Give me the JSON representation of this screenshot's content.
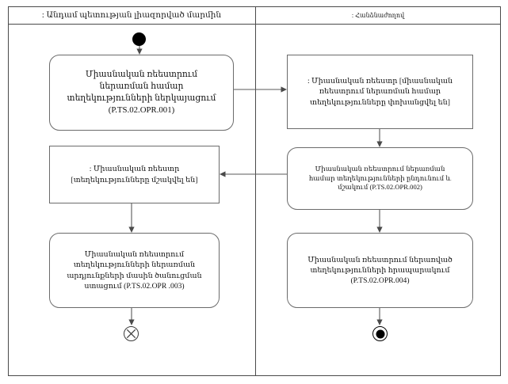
{
  "diagram": {
    "type": "uml-activity-diagram",
    "lanes": [
      {
        "id": "lane-authority",
        "label": ": Անդամ պետության լիազորված մարմին"
      },
      {
        "id": "lane-commission",
        "label": ": Հանձնաժողով"
      }
    ],
    "nodes": [
      {
        "id": "initial",
        "kind": "initial-node",
        "lane": "lane-authority"
      },
      {
        "id": "action-opr-001",
        "kind": "action",
        "lane": "lane-authority",
        "text": "Միասնական ռեեստրում\nներառման համար\nտեղեկությունների ներկայացում\n(P.TS.02.OPR.001)"
      },
      {
        "id": "object-register-transferred",
        "kind": "object",
        "lane": "lane-commission",
        "text": ": Միասնական ռեեստր [միասնական\nռեեստրում ներառման համար\nտեղեկությունները փոխանցվել են]"
      },
      {
        "id": "action-opr-002",
        "kind": "action",
        "lane": "lane-commission",
        "text": "Միասնական ռեեստրում ներառման\nհամար տեղեկությունների ընդունում և\nմշակում (P.TS.02.OPR.002)"
      },
      {
        "id": "object-register-processed",
        "kind": "object",
        "lane": "lane-authority",
        "text": ": Միասնական ռեեստր\n[տեղեկությունները մշակվել են]"
      },
      {
        "id": "action-opr-003",
        "kind": "action",
        "lane": "lane-authority",
        "text": "Միասնական ռեեստրում\nտեղեկությունների ներառման\nարդյունքների մասին ծանուցման\nստացում (P.TS.02.OPR .003)"
      },
      {
        "id": "action-opr-004",
        "kind": "action",
        "lane": "lane-commission",
        "text": "Միասնական ռեեստրում ներառված\nտեղեկությունների հրապարակում\n(P.TS.02.OPR.004)"
      },
      {
        "id": "flow-final",
        "kind": "flow-final-node",
        "lane": "lane-authority"
      },
      {
        "id": "activity-final",
        "kind": "activity-final-node",
        "lane": "lane-commission"
      }
    ],
    "edges": [
      {
        "from": "initial",
        "to": "action-opr-001"
      },
      {
        "from": "action-opr-001",
        "to": "object-register-transferred"
      },
      {
        "from": "object-register-transferred",
        "to": "action-opr-002"
      },
      {
        "from": "action-opr-002",
        "to": "object-register-processed"
      },
      {
        "from": "action-opr-002",
        "to": "action-opr-004"
      },
      {
        "from": "object-register-processed",
        "to": "action-opr-003"
      },
      {
        "from": "action-opr-003",
        "to": "flow-final"
      },
      {
        "from": "action-opr-004",
        "to": "activity-final"
      }
    ],
    "colors": {
      "frame_border": "#4a4a4a",
      "node_border": "#6b6b6b",
      "edge": "#5a5a5a",
      "background": "#ffffff",
      "text": "#111111"
    }
  }
}
